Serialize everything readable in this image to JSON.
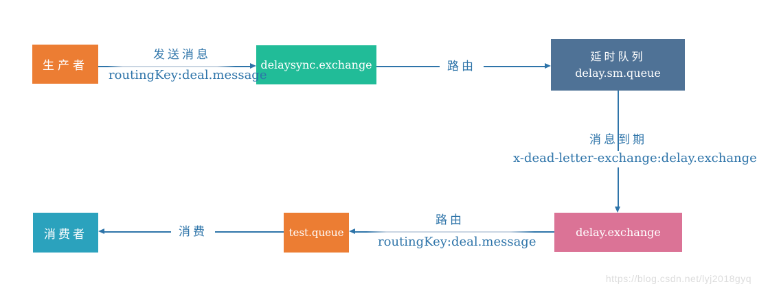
{
  "nodes": {
    "producer": {
      "label": "生产者",
      "color": "#EC7D33"
    },
    "delaysync": {
      "label": "delaysync.exchange",
      "color": "#21BC98"
    },
    "delay_queue": {
      "title": "延时队列",
      "subtitle": "delay.sm.queue",
      "color": "#4F7296"
    },
    "delay_exchange": {
      "label": "delay.exchange",
      "color": "#DB7396"
    },
    "test_queue": {
      "label": "test.queue",
      "color": "#EC7D33"
    },
    "consumer": {
      "label": "消费者",
      "color": "#2BA2BD"
    }
  },
  "edges": {
    "send": {
      "label_top": "发送消息",
      "label_bottom": "routingKey:deal.message"
    },
    "route_to_delay_queue": {
      "label": "路由"
    },
    "expire": {
      "label_top": "消息到期",
      "label_bottom": "x-dead-letter-exchange:delay.exchange"
    },
    "route_to_test_queue": {
      "label_top": "路由",
      "label_bottom": "routingKey:deal.message"
    },
    "consume": {
      "label": "消费"
    }
  },
  "style": {
    "background": "#FFFFFF",
    "line_color": "#2E74A9",
    "line_faded_color": "#C9D5E2",
    "label_text_color": "#2E74A9",
    "box_text_color": "#FFFFFF",
    "watermark_color": "#DCDCDC"
  },
  "watermark": {
    "text": "https://blog.csdn.net/lyj2018gyq"
  }
}
